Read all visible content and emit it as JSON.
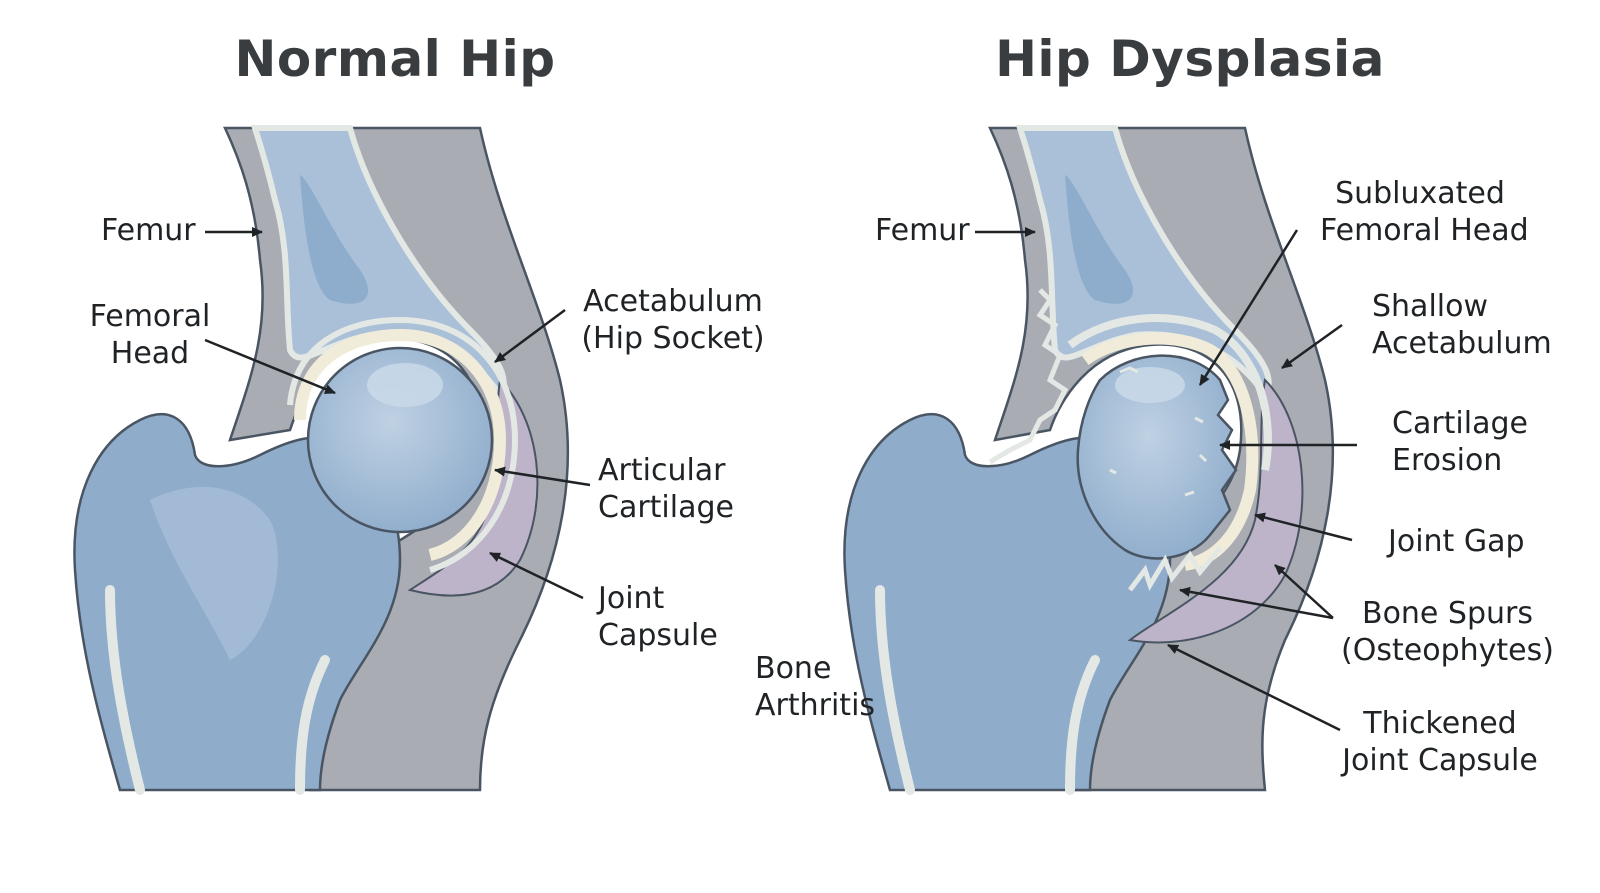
{
  "panels": {
    "normal": {
      "title": "Normal Hip",
      "labels": {
        "femur": "Femur",
        "femoral_head": [
          "Femoral",
          "Head"
        ],
        "acetabulum": [
          "Acetabulum",
          "(Hip Socket)"
        ],
        "cartilage": [
          "Articular",
          "Cartilage"
        ],
        "capsule": [
          "Joint",
          "Capsule"
        ]
      }
    },
    "dysplasia": {
      "title": "Hip Dysplasia",
      "labels": {
        "femur": "Femur",
        "subluxated": [
          "Subluxated",
          "Femoral Head"
        ],
        "shallow": [
          "Shallow",
          "Acetabulum"
        ],
        "erosion": [
          "Cartilage",
          "Erosion"
        ],
        "gap": "Joint Gap",
        "spurs": [
          "Bone Spurs",
          "(Osteophytes)"
        ],
        "arthritis": [
          "Bone",
          "Arthritis"
        ],
        "thickened": [
          "Thickened",
          "Joint Capsule"
        ]
      }
    }
  },
  "colors": {
    "soft_tissue": "#a9adb3",
    "bone": "#8faccb",
    "bone_light": "#b3c8dc",
    "cortex": "#e4e8e4",
    "cartilage": "#f1ecd9",
    "capsule": "#bdb4c9",
    "outline": "#4a5563",
    "arrow": "#1f2326"
  }
}
